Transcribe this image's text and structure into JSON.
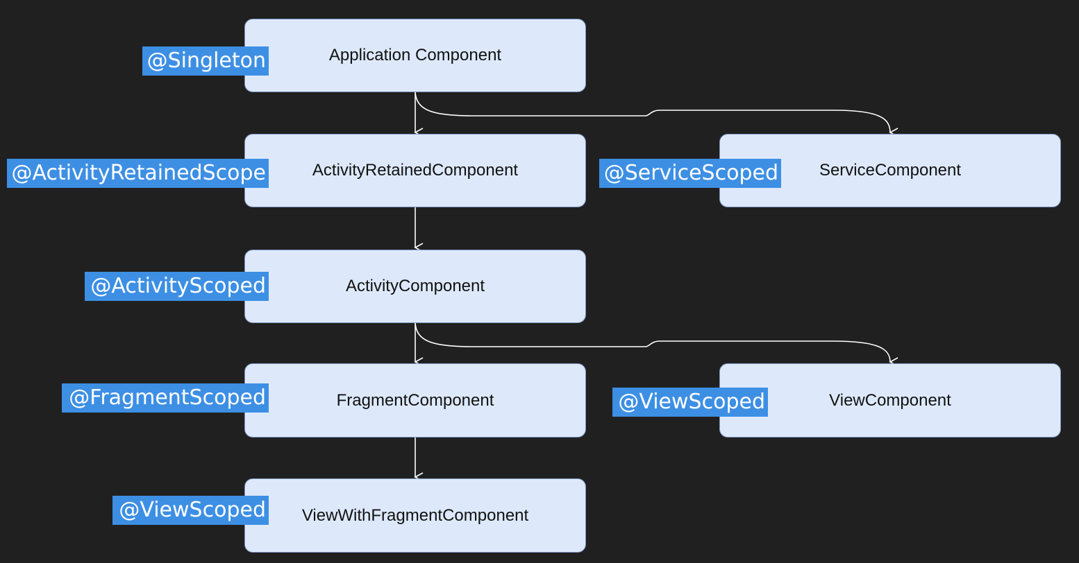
{
  "nodes": {
    "application": {
      "label": "Application Component",
      "scope": "@Singleton"
    },
    "activity_retained": {
      "label": "ActivityRetainedComponent",
      "scope": "@ActivityRetainedScope"
    },
    "service": {
      "label": "ServiceComponent",
      "scope": "@ServiceScoped"
    },
    "activity": {
      "label": "ActivityComponent",
      "scope": "@ActivityScoped"
    },
    "fragment": {
      "label": "FragmentComponent",
      "scope": "@FragmentScoped"
    },
    "view": {
      "label": "ViewComponent",
      "scope": "@ViewScoped"
    },
    "view_with_fragment": {
      "label": "ViewWithFragmentComponent",
      "scope": "@ViewScoped"
    }
  },
  "edges": [
    {
      "from": "application",
      "to": "activity_retained"
    },
    {
      "from": "application",
      "to": "service"
    },
    {
      "from": "activity_retained",
      "to": "activity"
    },
    {
      "from": "activity",
      "to": "fragment"
    },
    {
      "from": "activity",
      "to": "view"
    },
    {
      "from": "fragment",
      "to": "view_with_fragment"
    }
  ],
  "colors": {
    "background": "#202020",
    "node_fill": "#dde9fb",
    "node_border": "#7f97c4",
    "scope_tag": "#3d8fe4",
    "edge": "#ffffff"
  }
}
